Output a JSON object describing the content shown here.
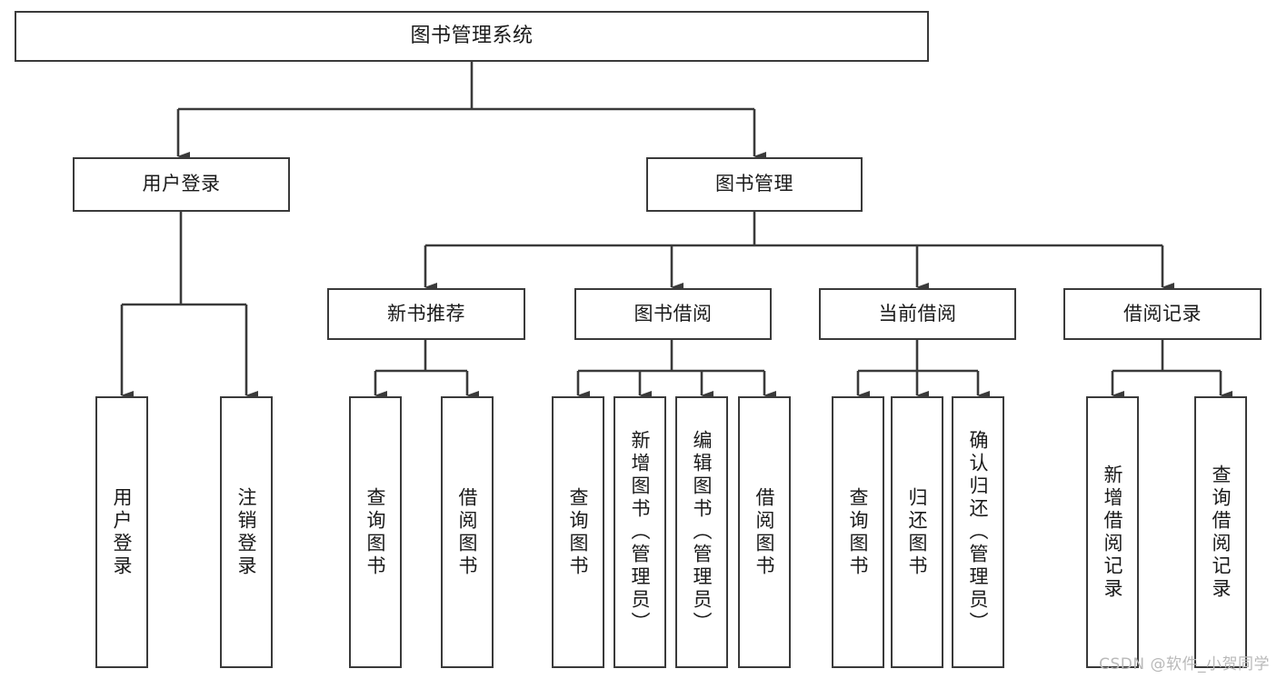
{
  "diagram": {
    "title": "图书管理系统",
    "type": "tree-hierarchy",
    "theme": {
      "stroke": "#3a3a3a",
      "fill": "#ffffff",
      "text": "#1a1a1a",
      "watermark_color": "#b9b9b9"
    },
    "watermark": "CSDN @软件_小贺同学",
    "nodes": {
      "root": {
        "label": "图书管理系统"
      },
      "level1": [
        {
          "label": "用户登录"
        },
        {
          "label": "图书管理"
        }
      ],
      "level2": [
        {
          "label": "新书推荐"
        },
        {
          "label": "图书借阅"
        },
        {
          "label": "当前借阅"
        },
        {
          "label": "借阅记录"
        }
      ],
      "leaves_user_login": [
        {
          "label": "用户登录"
        },
        {
          "label": "注销登录"
        }
      ],
      "leaves_new_book": [
        {
          "label": "查询图书"
        },
        {
          "label": "借阅图书"
        }
      ],
      "leaves_borrow": [
        {
          "label": "查询图书"
        },
        {
          "label": "新增图书（管理员）"
        },
        {
          "label": "编辑图书（管理员）"
        },
        {
          "label": "借阅图书"
        }
      ],
      "leaves_current": [
        {
          "label": "查询图书"
        },
        {
          "label": "归还图书"
        },
        {
          "label": "确认归还（管理员）"
        }
      ],
      "leaves_records": [
        {
          "label": "新增借阅记录"
        },
        {
          "label": "查询借阅记录"
        }
      ]
    }
  }
}
